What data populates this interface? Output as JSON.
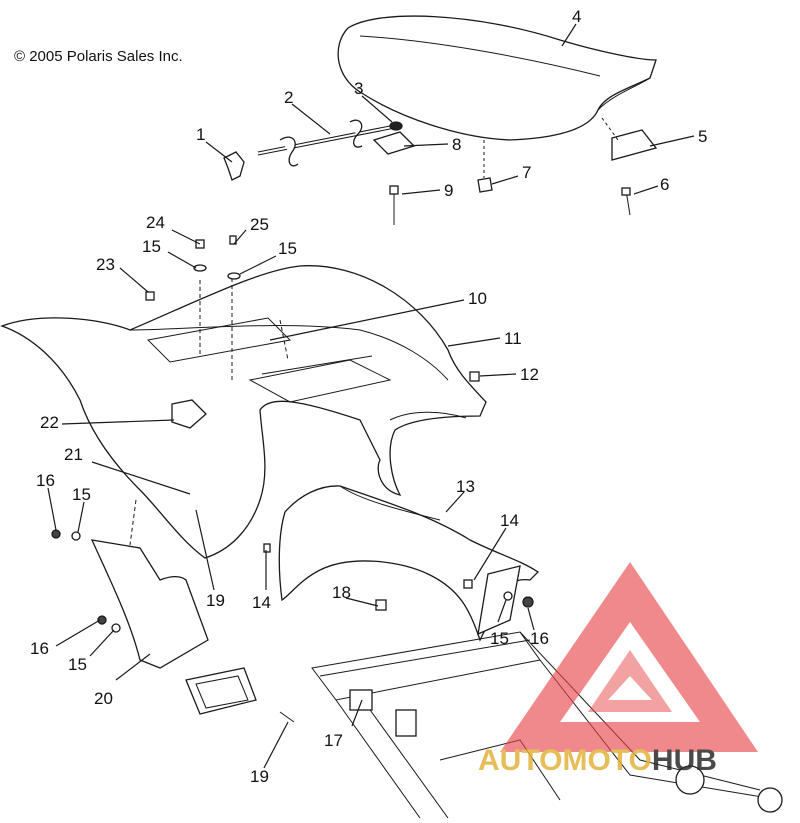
{
  "copyright": "© 2005 Polaris Sales Inc.",
  "callouts": [
    {
      "id": "c1",
      "label": "1"
    },
    {
      "id": "c2",
      "label": "2"
    },
    {
      "id": "c3",
      "label": "3"
    },
    {
      "id": "c4",
      "label": "4"
    },
    {
      "id": "c5",
      "label": "5"
    },
    {
      "id": "c6",
      "label": "6"
    },
    {
      "id": "c7",
      "label": "7"
    },
    {
      "id": "c8",
      "label": "8"
    },
    {
      "id": "c9",
      "label": "9"
    },
    {
      "id": "c10",
      "label": "10"
    },
    {
      "id": "c11",
      "label": "11"
    },
    {
      "id": "c12",
      "label": "12"
    },
    {
      "id": "c13",
      "label": "13"
    },
    {
      "id": "c14a",
      "label": "14"
    },
    {
      "id": "c14b",
      "label": "14"
    },
    {
      "id": "c15a",
      "label": "15"
    },
    {
      "id": "c15b",
      "label": "15"
    },
    {
      "id": "c15c",
      "label": "15"
    },
    {
      "id": "c15d",
      "label": "15"
    },
    {
      "id": "c15e",
      "label": "15"
    },
    {
      "id": "c16a",
      "label": "16"
    },
    {
      "id": "c16b",
      "label": "16"
    },
    {
      "id": "c16c",
      "label": "16"
    },
    {
      "id": "c17",
      "label": "17"
    },
    {
      "id": "c18",
      "label": "18"
    },
    {
      "id": "c19a",
      "label": "19"
    },
    {
      "id": "c19b",
      "label": "19"
    },
    {
      "id": "c20",
      "label": "20"
    },
    {
      "id": "c21",
      "label": "21"
    },
    {
      "id": "c22",
      "label": "22"
    },
    {
      "id": "c23",
      "label": "23"
    },
    {
      "id": "c24",
      "label": "24"
    },
    {
      "id": "c25",
      "label": "25"
    }
  ],
  "watermark": {
    "part1": "AUTO",
    "part2": "MOTO",
    "part3": "HUB",
    "colors": {
      "triangle": "#e8474a",
      "gold": "#e3b23c",
      "dark": "#2b2b2b"
    }
  }
}
